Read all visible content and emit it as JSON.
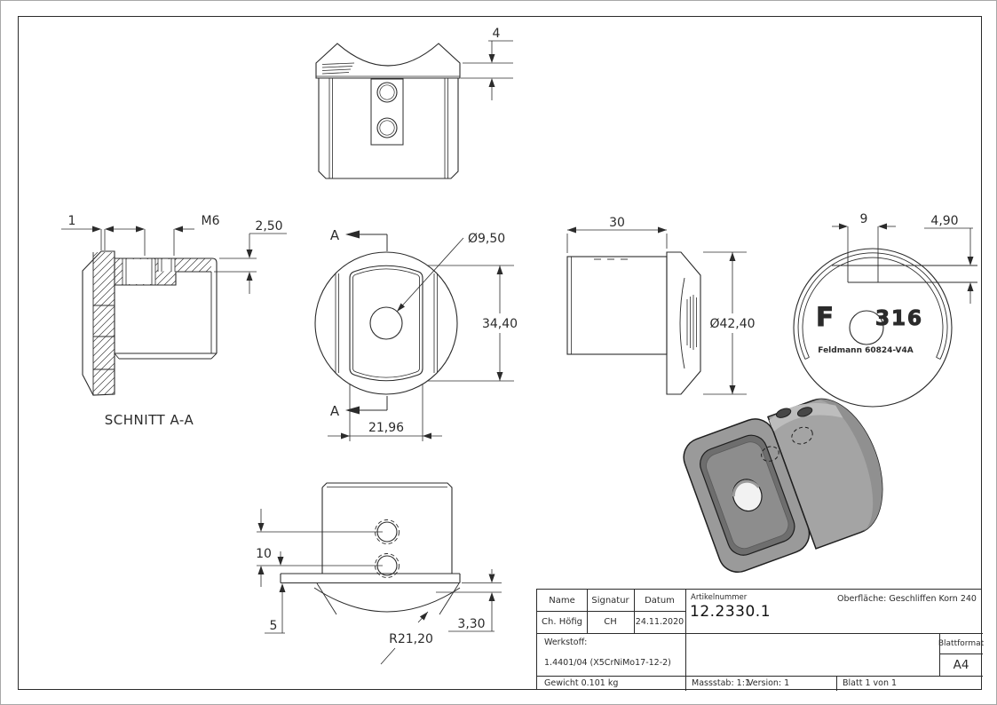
{
  "page": {
    "background": "#ffffff",
    "line_color": "#2b2b2b"
  },
  "title_block": {
    "col_name": "Name",
    "col_signature": "Signatur",
    "col_date": "Datum",
    "name": "Ch. Höfig",
    "signature": "CH",
    "date": "24.11.2020",
    "article_label": "Artikelnummer",
    "article_number": "12.2330.1",
    "surface": "Oberfläche:  Geschliffen Korn 240",
    "material_label": "Werkstoff:",
    "material": "1.4401/04 (X5CrNiMo17-12-2)",
    "weight": "Gewicht 0.101 kg",
    "scale": "Massstab: 1:1",
    "version": "Version: 1",
    "sheet": "Blatt 1 von 1",
    "sheet_format_label": "Blattformat",
    "sheet_format": "A4"
  },
  "views": {
    "section_label": "SCHNITT A-A",
    "marker": "A",
    "dims": {
      "cap_height": "4",
      "wall": "1",
      "thread": "M6",
      "step_depth": "2,50",
      "hole_dia": "Ø9,50",
      "pocket_height": "34,40",
      "pocket_width": "21,96",
      "length": "30",
      "flange_dia": "Ø42,40",
      "key_width": "9",
      "key_depth": "4,90",
      "hole_spacing": "10",
      "edge_offset": "5",
      "saddle_radius": "R21,20",
      "lip": "3,30"
    },
    "engraving": {
      "logo": "F",
      "grade": "316",
      "brand": "Feldmann 60824-V4A"
    },
    "render_colors": {
      "body": "#a4a4a4",
      "face": "#9a9a9a",
      "pocket": "#6e6e6e",
      "floor": "#8d8d8d"
    }
  }
}
